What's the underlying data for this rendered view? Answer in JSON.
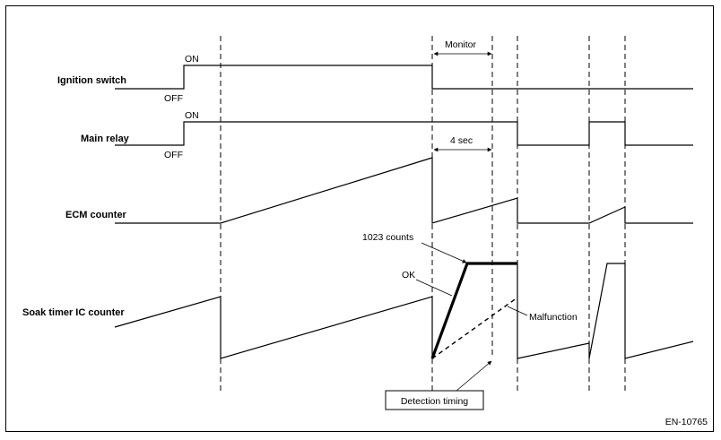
{
  "signals": {
    "ignition_switch": "Ignition switch",
    "main_relay": "Main relay",
    "ecm_counter": "ECM counter",
    "soak_timer": "Soak timer IC counter"
  },
  "states": {
    "on": "ON",
    "off": "OFF"
  },
  "annotations": {
    "monitor": "Monitor",
    "four_sec": "4 sec",
    "counts": "1023 counts",
    "ok": "OK",
    "malfunction": "Malfunction",
    "detection_timing": "Detection timing"
  },
  "figure_id": "EN-10765"
}
